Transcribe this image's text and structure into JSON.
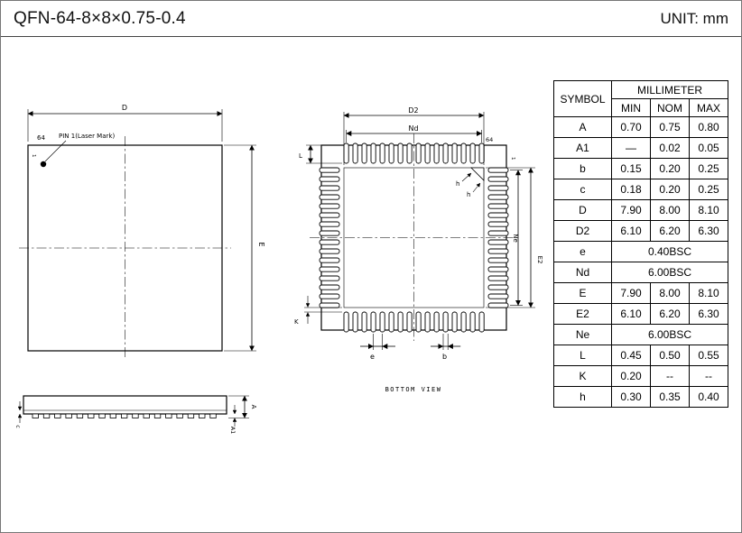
{
  "header": {
    "title": "QFN-64-8×8×0.75-0.4",
    "unit": "UNIT: mm"
  },
  "top_view": {
    "dim_d": "D",
    "dim_e": "E",
    "pin64": "64",
    "pin1_label": "PIN 1(Laser Mark)",
    "pin1_tick": "1"
  },
  "bottom_view": {
    "title": "BOTTOM VIEW",
    "dim_d2": "D2",
    "dim_nd": "Nd",
    "dim_e2": "E2",
    "dim_ne": "Ne",
    "dim_l": "L",
    "dim_k": "K",
    "dim_e": "e",
    "dim_b": "b",
    "dim_h1": "h",
    "dim_h2": "h",
    "pin64": "64",
    "pin1_tick": "1"
  },
  "side_view": {
    "dim_a": "A",
    "dim_a1": "A1",
    "dim_c": "c"
  },
  "table": {
    "symbol_header": "SYMBOL",
    "unit_header": "MILLIMETER",
    "columns": [
      "MIN",
      "NOM",
      "MAX"
    ],
    "rows": [
      {
        "symbol": "A",
        "min": "0.70",
        "nom": "0.75",
        "max": "0.80"
      },
      {
        "symbol": "A1",
        "min": "—",
        "nom": "0.02",
        "max": "0.05"
      },
      {
        "symbol": "b",
        "min": "0.15",
        "nom": "0.20",
        "max": "0.25"
      },
      {
        "symbol": "c",
        "min": "0.18",
        "nom": "0.20",
        "max": "0.25"
      },
      {
        "symbol": "D",
        "min": "7.90",
        "nom": "8.00",
        "max": "8.10"
      },
      {
        "symbol": "D2",
        "min": "6.10",
        "nom": "6.20",
        "max": "6.30"
      },
      {
        "symbol": "e",
        "bsc": "0.40BSC"
      },
      {
        "symbol": "Nd",
        "bsc": "6.00BSC"
      },
      {
        "symbol": "E",
        "min": "7.90",
        "nom": "8.00",
        "max": "8.10"
      },
      {
        "symbol": "E2",
        "min": "6.10",
        "nom": "6.20",
        "max": "6.30"
      },
      {
        "symbol": "Ne",
        "bsc": "6.00BSC"
      },
      {
        "symbol": "L",
        "min": "0.45",
        "nom": "0.50",
        "max": "0.55"
      },
      {
        "symbol": "K",
        "min": "0.20",
        "nom": "--",
        "max": "--"
      },
      {
        "symbol": "h",
        "min": "0.30",
        "nom": "0.35",
        "max": "0.40"
      }
    ]
  }
}
